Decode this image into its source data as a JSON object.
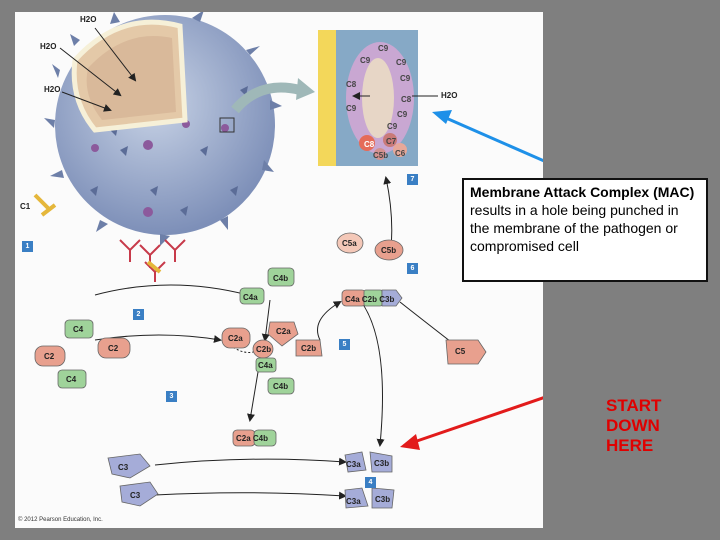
{
  "labels": {
    "h2o_1": "H2O",
    "h2o_2": "H2O",
    "h2o_3": "H2O",
    "h2o_4": "H2O",
    "c1": "C1",
    "mac_c9": [
      "C9",
      "C9",
      "C9",
      "C9",
      "C9",
      "C9",
      "C9"
    ],
    "mac_c8_top": "C8",
    "mac_c8_bottom": "C8",
    "mac_c7": "C7",
    "mac_c6": "C6",
    "mac_c5b": "C5b",
    "c5a": "C5a",
    "c5b": "C5b",
    "c4b_top": "C4b",
    "c4a_left": "C4a",
    "c4a_c2b_c3b": "C4a C2b C3b",
    "c4_1": "C4",
    "c2_1": "C2",
    "c2_2": "C2",
    "c4_2": "C4",
    "c2a_1": "C2a",
    "c2a_2": "C2a",
    "c2b_1": "C2b",
    "c2b_2": "C2b",
    "c4a_mid": "C4a",
    "c4b_mid": "C4b",
    "c2a_c4b": "C2a C4b",
    "c5": "C5",
    "c3_1": "C3",
    "c3_2": "C3",
    "c3a_1": "C3a",
    "c3b_1": "C3b",
    "c3a_2": "C3a",
    "c3b_2": "C3b",
    "steps": [
      "1",
      "2",
      "3",
      "4",
      "5",
      "6",
      "7"
    ],
    "copyright": "© 2012 Pearson Education, Inc."
  },
  "callout": {
    "title": "Membrane Attack Complex (MAC)",
    "body": "results in a hole being punched in the membrane of the pathogen or compromised cell"
  },
  "start_note": {
    "line1": "START",
    "line2": "DOWN",
    "line3": "HERE"
  },
  "colors": {
    "blue_arrow": "#1e90e8",
    "red_arrow": "#e21b1b",
    "green_protein": "#9fd39a",
    "salmon_protein": "#e8a08e",
    "blue_protein": "#a5acd8",
    "mac_pink": "#d8a2d6"
  }
}
